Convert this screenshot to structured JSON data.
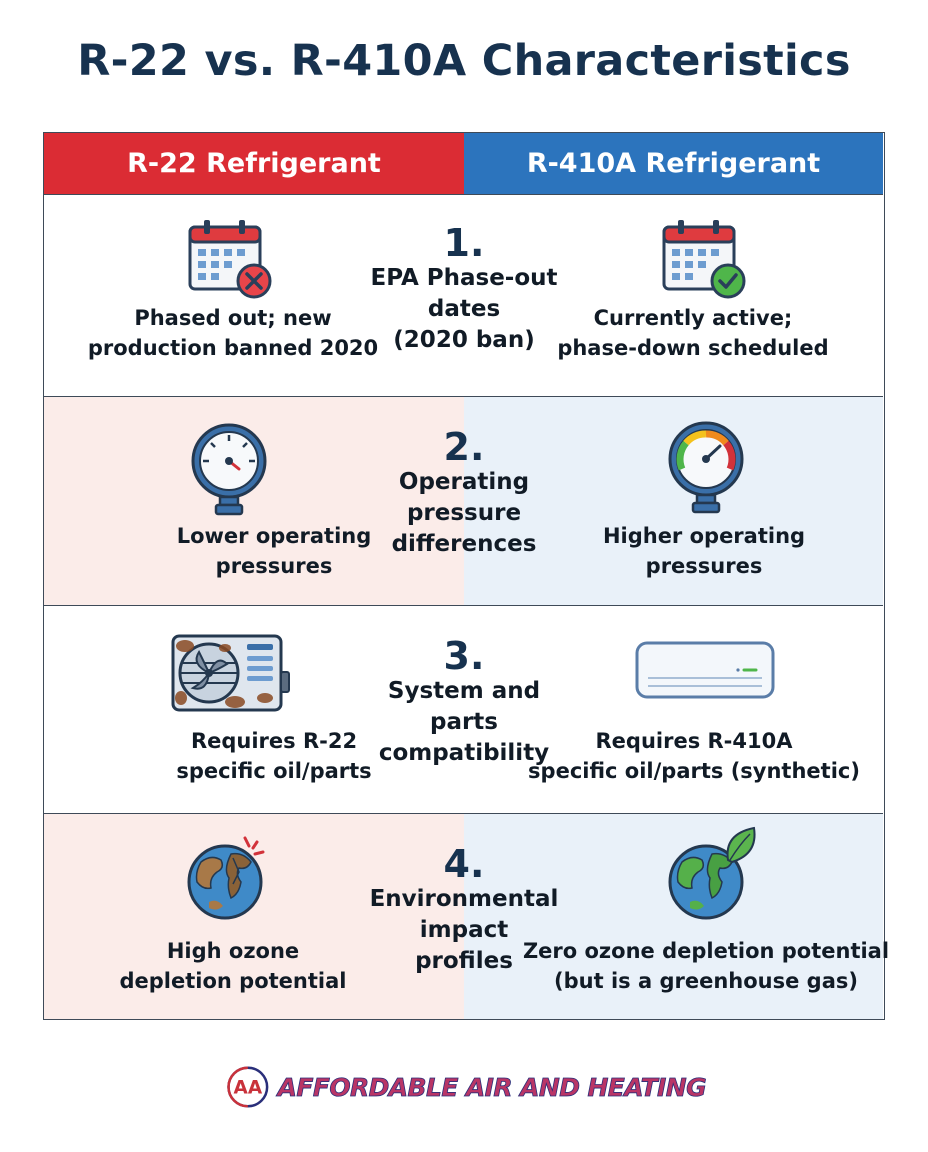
{
  "title": "R-22 vs. R-410A Characteristics",
  "headers": {
    "left": "R-22 Refrigerant",
    "right": "R-410A Refrigerant"
  },
  "colors": {
    "r22_red": "#db2c34",
    "r410a_blue": "#2c74bd",
    "title_navy": "#17324f",
    "row_tint_left": "#fbece9",
    "row_tint_right": "#e9f1f9"
  },
  "rows": [
    {
      "number": "1.",
      "criterion_lines": [
        "EPA Phase-out",
        "dates",
        "(2020 ban)"
      ],
      "left_icon": "calendar-x-icon",
      "left_lines": [
        "Phased out; new",
        "production banned 2020"
      ],
      "right_icon": "calendar-check-icon",
      "right_lines": [
        "Currently active;",
        "phase-down scheduled"
      ]
    },
    {
      "number": "2.",
      "criterion_lines": [
        "Operating",
        "pressure",
        "differences"
      ],
      "left_icon": "pressure-gauge-low-icon",
      "left_lines": [
        "Lower operating",
        "pressures"
      ],
      "right_icon": "pressure-gauge-high-icon",
      "right_lines": [
        "Higher operating",
        "pressures"
      ]
    },
    {
      "number": "3.",
      "criterion_lines": [
        "System and",
        "parts",
        "compatibility"
      ],
      "left_icon": "rusty-outdoor-ac-unit-icon",
      "left_lines": [
        "Requires R-22",
        "specific oil/parts"
      ],
      "right_icon": "wall-mounted-ac-unit-icon",
      "right_lines": [
        "Requires R-410A",
        "specific oil/parts (synthetic)"
      ]
    },
    {
      "number": "4.",
      "criterion_lines": [
        "Environmental",
        "impact",
        "profiles"
      ],
      "left_icon": "damaged-globe-icon",
      "left_lines": [
        "High ozone",
        "depletion potential"
      ],
      "right_icon": "globe-leaf-icon",
      "right_lines": [
        "Zero ozone depletion potential",
        "(but is a greenhouse gas)"
      ]
    }
  ],
  "brand": {
    "monogram": "AA",
    "name": "AFFORDABLE AIR AND HEATING"
  }
}
